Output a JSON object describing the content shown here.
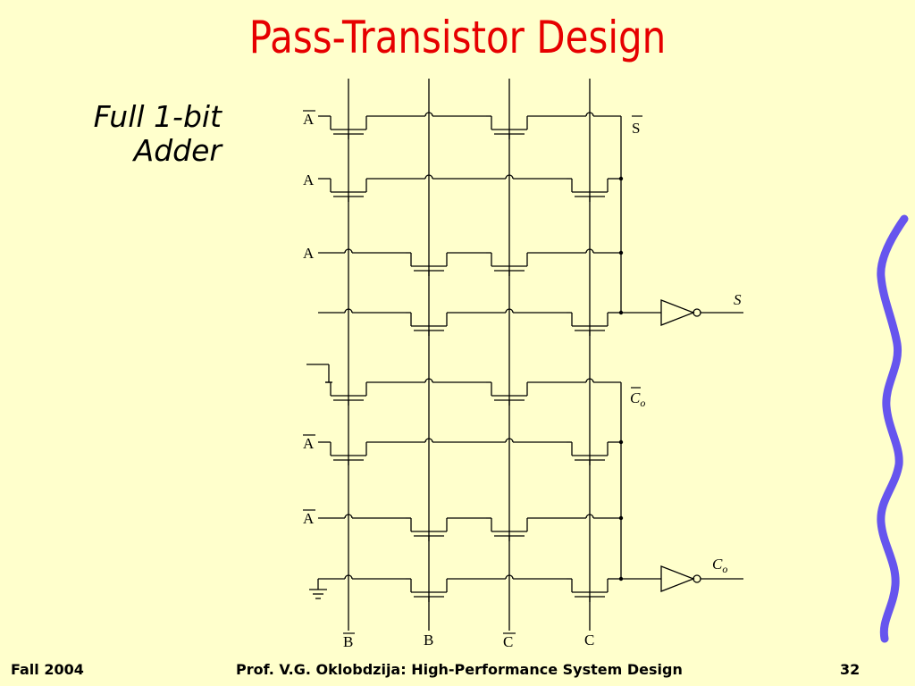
{
  "slide": {
    "title": "Pass-Transistor Design",
    "subtitle_line1": "Full 1-bit",
    "subtitle_line2": "Adder"
  },
  "circuit": {
    "input_labels": [
      "A",
      "A",
      "A",
      "A",
      "A"
    ],
    "input_overbar": [
      true,
      false,
      false,
      true,
      true
    ],
    "bottom_labels": [
      "B",
      "B",
      "C",
      "C"
    ],
    "bottom_overbar": [
      true,
      false,
      true,
      false
    ],
    "sum_bar_label": "S",
    "sum_label": "S",
    "carry_bar_label": "C",
    "carry_bar_sub": "o",
    "carry_label": "C",
    "carry_sub": "o"
  },
  "footer": {
    "left": "Fall 2004",
    "center": "Prof. V.G. Oklobdzija: High-Performance System Design",
    "page": "32"
  },
  "colors": {
    "background": "#ffffcc",
    "title": "#e60000",
    "decoration": "#6655ee"
  }
}
